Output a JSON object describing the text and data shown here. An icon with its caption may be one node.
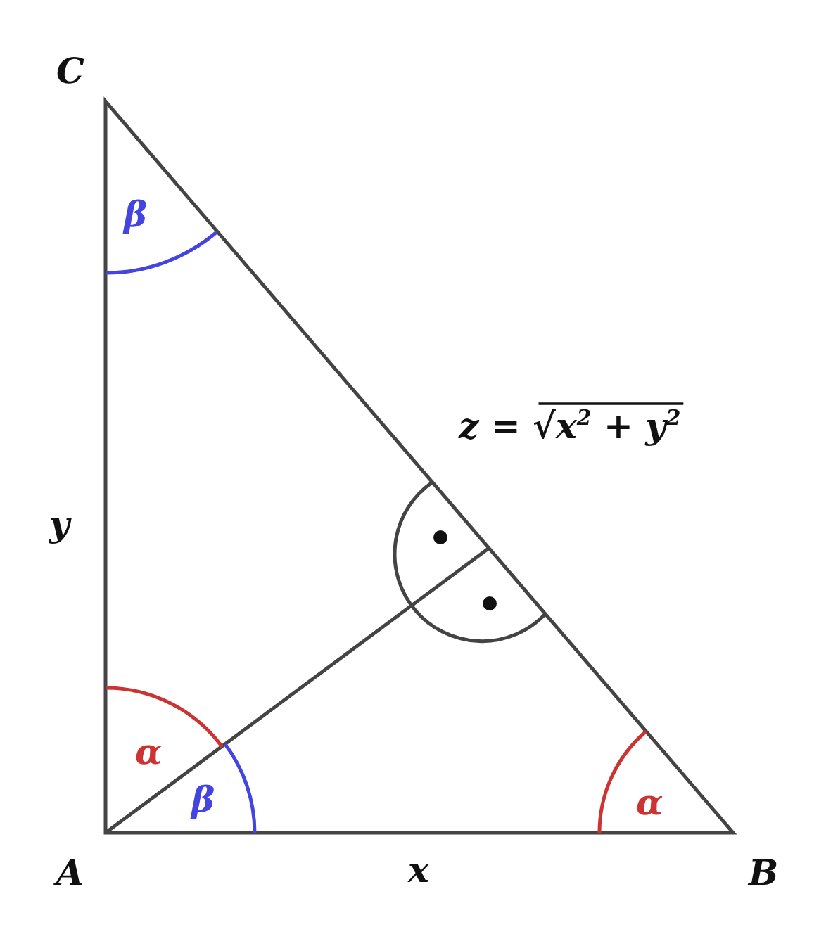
{
  "diagram": {
    "labels": [
      "C",
      "β",
      "z = √x$^{2}$ + y$^{2}$",
      "y",
      "α",
      "β",
      "α",
      "A",
      "x",
      "B"
    ]
  }
}
